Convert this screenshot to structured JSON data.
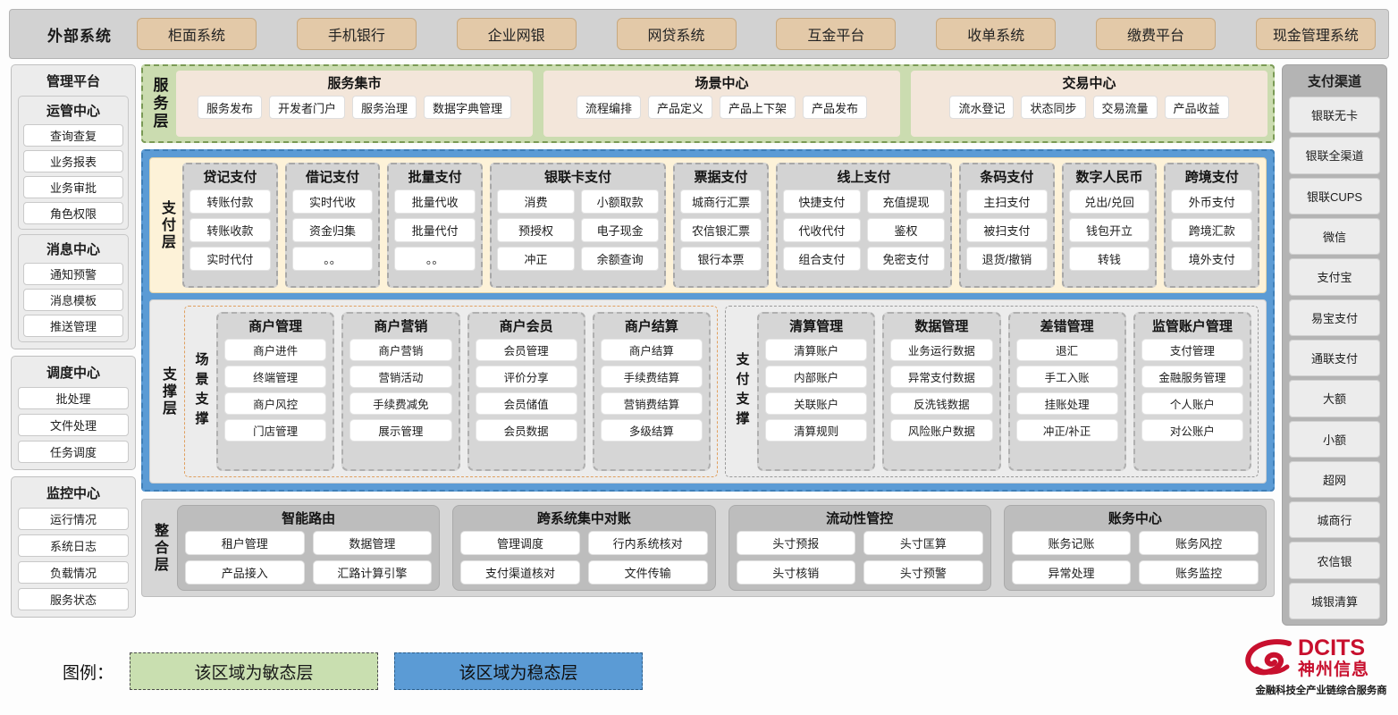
{
  "external_systems": {
    "title": "外部系统",
    "items": [
      "柜面系统",
      "手机银行",
      "企业网银",
      "网贷系统",
      "互金平台",
      "收单系统",
      "缴费平台",
      "现金管理系统"
    ]
  },
  "management_platform": {
    "title": "管理平台",
    "cards": [
      {
        "title": "",
        "subs": [
          {
            "title": "运管中心",
            "items": [
              "查询查复",
              "业务报表",
              "业务审批",
              "角色权限"
            ]
          },
          {
            "title": "消息中心",
            "items": [
              "通知预警",
              "消息模板",
              "推送管理"
            ]
          }
        ]
      },
      {
        "title": "调度中心",
        "subs": [],
        "items": [
          "批处理",
          "文件处理",
          "任务调度"
        ]
      },
      {
        "title": "监控中心",
        "subs": [],
        "items": [
          "运行情况",
          "系统日志",
          "负载情况",
          "服务状态"
        ]
      }
    ]
  },
  "payment_channels": {
    "title": "支付渠道",
    "items": [
      "银联无卡",
      "银联全渠道",
      "银联CUPS",
      "微信",
      "支付宝",
      "易宝支付",
      "通联支付",
      "大额",
      "小额",
      "超网",
      "城商行",
      "农信银",
      "城银清算"
    ]
  },
  "service_layer": {
    "label": "服务层",
    "groups": [
      {
        "title": "服务集市",
        "items": [
          "服务发布",
          "开发者门户",
          "服务治理",
          "数据字典管理"
        ]
      },
      {
        "title": "场景中心",
        "items": [
          "流程编排",
          "产品定义",
          "产品上下架",
          "产品发布"
        ]
      },
      {
        "title": "交易中心",
        "items": [
          "流水登记",
          "状态同步",
          "交易流量",
          "产品收益"
        ]
      }
    ]
  },
  "payment_layer": {
    "label": "支付层",
    "groups": [
      {
        "title": "贷记支付",
        "cols": 1,
        "rows": [
          [
            "转账付款"
          ],
          [
            "转账收款"
          ],
          [
            "实时代付"
          ]
        ]
      },
      {
        "title": "借记支付",
        "cols": 1,
        "rows": [
          [
            "实时代收"
          ],
          [
            "资金归集"
          ],
          [
            "。。"
          ]
        ]
      },
      {
        "title": "批量支付",
        "cols": 1,
        "rows": [
          [
            "批量代收"
          ],
          [
            "批量代付"
          ],
          [
            "。。"
          ]
        ]
      },
      {
        "title": "银联卡支付",
        "cols": 2,
        "rows": [
          [
            "消费",
            "小额取款"
          ],
          [
            "预授权",
            "电子现金"
          ],
          [
            "冲正",
            "余额查询"
          ]
        ]
      },
      {
        "title": "票据支付",
        "cols": 1,
        "rows": [
          [
            "城商行汇票"
          ],
          [
            "农信银汇票"
          ],
          [
            "银行本票"
          ]
        ]
      },
      {
        "title": "线上支付",
        "cols": 2,
        "rows": [
          [
            "快捷支付",
            "充值提现"
          ],
          [
            "代收代付",
            "鉴权"
          ],
          [
            "组合支付",
            "免密支付"
          ]
        ]
      },
      {
        "title": "条码支付",
        "cols": 1,
        "rows": [
          [
            "主扫支付"
          ],
          [
            "被扫支付"
          ],
          [
            "退货/撤销"
          ]
        ]
      },
      {
        "title": "数字人民币",
        "cols": 1,
        "rows": [
          [
            "兑出/兑回"
          ],
          [
            "钱包开立"
          ],
          [
            "转钱"
          ]
        ]
      },
      {
        "title": "跨境支付",
        "cols": 1,
        "rows": [
          [
            "外币支付"
          ],
          [
            "跨境汇款"
          ],
          [
            "境外支付"
          ]
        ]
      }
    ]
  },
  "support_layer": {
    "label": "支撑层",
    "halves": [
      {
        "label": "场景支撑",
        "groups": [
          {
            "title": "商户管理",
            "items": [
              "商户进件",
              "终端管理",
              "商户风控",
              "门店管理"
            ]
          },
          {
            "title": "商户营销",
            "items": [
              "商户营销",
              "营销活动",
              "手续费减免",
              "展示管理"
            ]
          },
          {
            "title": "商户会员",
            "items": [
              "会员管理",
              "评价分享",
              "会员储值",
              "会员数据"
            ]
          },
          {
            "title": "商户结算",
            "items": [
              "商户结算",
              "手续费结算",
              "营销费结算",
              "多级结算"
            ]
          }
        ]
      },
      {
        "label": "支付支撑",
        "groups": [
          {
            "title": "清算管理",
            "items": [
              "清算账户",
              "内部账户",
              "关联账户",
              "清算规则"
            ]
          },
          {
            "title": "数据管理",
            "items": [
              "业务运行数据",
              "异常支付数据",
              "反洗钱数据",
              "风险账户数据"
            ]
          },
          {
            "title": "差错管理",
            "items": [
              "退汇",
              "手工入账",
              "挂账处理",
              "冲正/补正"
            ]
          },
          {
            "title": "监管账户管理",
            "items": [
              "支付管理",
              "金融服务管理",
              "个人账户",
              "对公账户"
            ]
          }
        ]
      }
    ]
  },
  "integration_layer": {
    "label": "整合层",
    "groups": [
      {
        "title": "智能路由",
        "rows": [
          [
            "租户管理",
            "数据管理"
          ],
          [
            "产品接入",
            "汇路计算引擎"
          ]
        ]
      },
      {
        "title": "跨系统集中对账",
        "rows": [
          [
            "管理调度",
            "行内系统核对"
          ],
          [
            "支付渠道核对",
            "文件传输"
          ]
        ]
      },
      {
        "title": "流动性管控",
        "rows": [
          [
            "头寸预报",
            "头寸匡算"
          ],
          [
            "头寸核销",
            "头寸预警"
          ]
        ]
      },
      {
        "title": "账务中心",
        "rows": [
          [
            "账务记账",
            "账务风控"
          ],
          [
            "异常处理",
            "账务监控"
          ]
        ]
      }
    ]
  },
  "legend": {
    "label": "图例：",
    "agile": "该区域为敏态层",
    "stable": "该区域为稳态层"
  },
  "logo": {
    "en": "DCITS",
    "cn": "神州信息",
    "tagline": "金融科技全产业链综合服务商",
    "brand_color": "#c8102e"
  }
}
